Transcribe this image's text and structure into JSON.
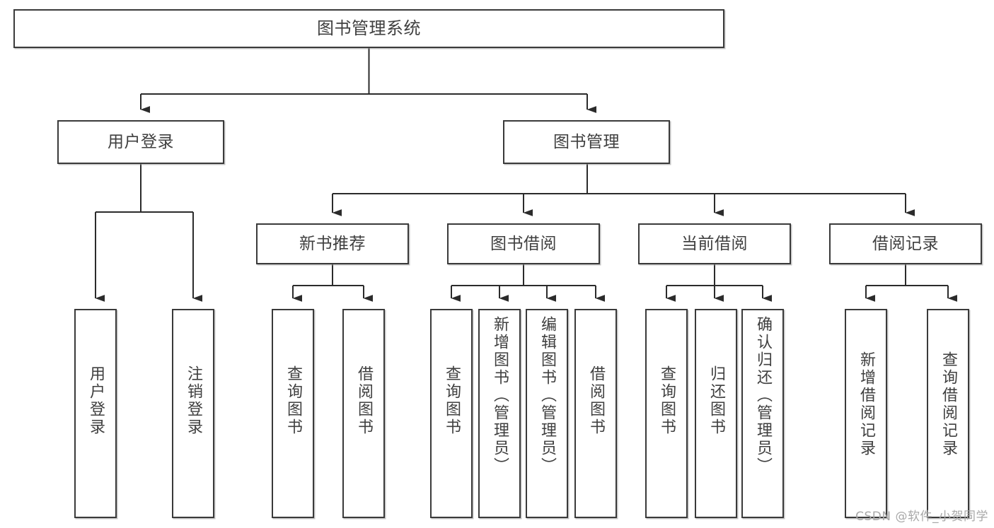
{
  "diagram": {
    "type": "tree-hierarchy",
    "title": "图书管理系统",
    "watermark": "CSDN @软件_小贺同学",
    "colors": {
      "background": "#ffffff",
      "border": "#3a3a3a",
      "text": "#3f3f3f",
      "edge": "#2b2b2b",
      "watermark": "#a8a8a8"
    },
    "nodes": {
      "root": {
        "label": "图书管理系统"
      },
      "level2": [
        {
          "label": "用户登录"
        },
        {
          "label": "图书管理"
        }
      ],
      "level3": [
        {
          "label": "新书推荐"
        },
        {
          "label": "图书借阅"
        },
        {
          "label": "当前借阅"
        },
        {
          "label": "借阅记录"
        }
      ],
      "leaves": {
        "user_login": [
          {
            "label": "用户登录"
          },
          {
            "label": "注销登录"
          }
        ],
        "new_book": [
          {
            "label": "查询图书"
          },
          {
            "label": "借阅图书"
          }
        ],
        "borrow_book": [
          {
            "label": "查询图书"
          },
          {
            "label": "新增图书（管理员）"
          },
          {
            "label": "编辑图书（管理员）"
          },
          {
            "label": "借阅图书"
          }
        ],
        "current_borrow": [
          {
            "label": "查询图书"
          },
          {
            "label": "归还图书"
          },
          {
            "label": "确认归还（管理员）"
          }
        ],
        "borrow_record": [
          {
            "label": "新增借阅记录"
          },
          {
            "label": "查询借阅记录"
          }
        ]
      }
    }
  }
}
